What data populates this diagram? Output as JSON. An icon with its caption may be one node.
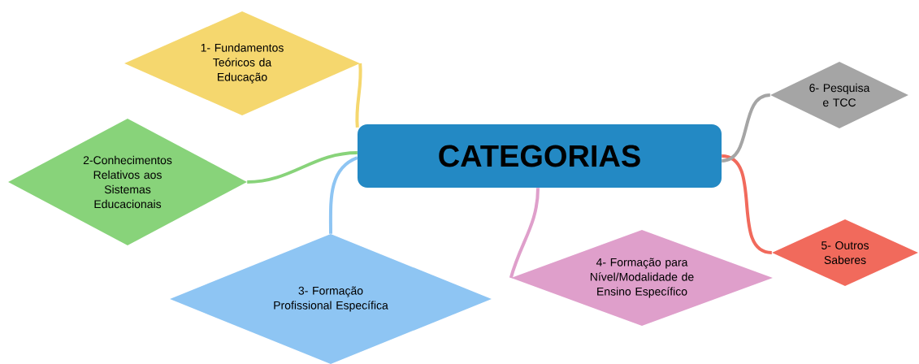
{
  "diagram": {
    "nodes": [
      {
        "text": [
          "CATEGORIAS"
        ]
      },
      {
        "text": [
          "1- Fundamentos Teóricos da Educação"
        ]
      },
      {
        "text": [
          "2-Conhecimentos Relativos aos Sistemas Educacionais"
        ]
      },
      {
        "text": [
          "3- Formação Profissional Específica"
        ]
      },
      {
        "text": [
          "4- Formação para Nível/Modalidade de Ensino Específico"
        ]
      },
      {
        "text": [
          "5- Outros Saberes"
        ]
      },
      {
        "text": [
          "6- Pesquisa e TCC"
        ]
      }
    ],
    "edges": [
      {
        "from": 0,
        "to": 1,
        "arrow": "none",
        "color": "#f5d76e"
      },
      {
        "from": 0,
        "to": 2,
        "arrow": "none",
        "color": "#88d37a"
      },
      {
        "from": 0,
        "to": 3,
        "arrow": "none",
        "color": "#8ec5f3"
      },
      {
        "from": 0,
        "to": 4,
        "arrow": "none",
        "color": "#df9fcb"
      },
      {
        "from": 0,
        "to": 5,
        "arrow": "none",
        "color": "#f16a5c"
      },
      {
        "from": 0,
        "to": 6,
        "arrow": "none",
        "color": "#a5a5a5"
      }
    ]
  }
}
